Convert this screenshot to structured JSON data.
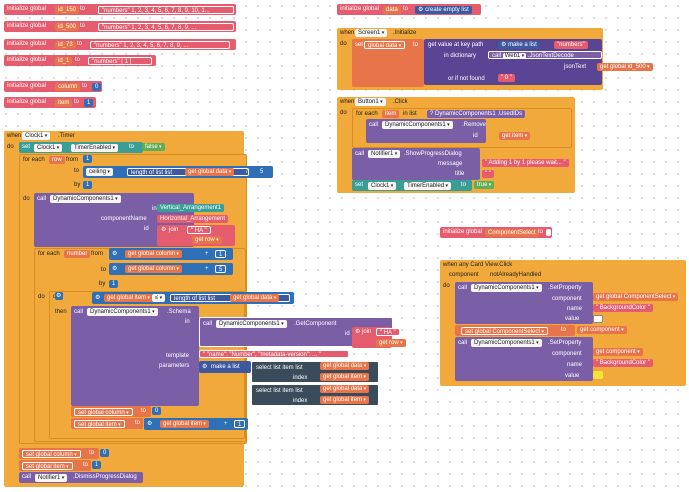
{
  "globals": [
    {
      "prefix": "initialize global",
      "name": "id_150",
      "to": "to",
      "list_label": "\"numbers\"",
      "value": "1, 2, 3, 4, 5, 6, 7, 8, 9, 10, 1..."
    },
    {
      "prefix": "initialize global",
      "name": "id_500",
      "to": "to",
      "list_label": "\"numbers\"",
      "value": "1, 2, 3, 4, 5, 6, 7, 8, 9, ..."
    },
    {
      "prefix": "initialize global",
      "name": "id_73",
      "to": "to",
      "list_label": "\"numbers\"",
      "value": "1, 2, 3, 4, 5, 6, 7, 8, 9, ..."
    },
    {
      "prefix": "initialize global",
      "name": "id_1",
      "to": "to",
      "list_label": "\"numbers\"",
      "value": "[ 1 ]"
    },
    {
      "prefix": "initialize global",
      "name": "column",
      "to": "to",
      "value": "0"
    },
    {
      "prefix": "initialize global",
      "name": "item",
      "to": "to",
      "value": "1"
    }
  ],
  "data_global": {
    "prefix": "initialize global",
    "name": "data",
    "to": "to",
    "value": "create empty list"
  },
  "component_select": {
    "prefix": "initialize global",
    "name": "ComponentSelect",
    "to": "to"
  },
  "screen_init": {
    "when": "when",
    "component": "Screen1",
    "event": ".Initialize",
    "do": "do",
    "set": "set",
    "var": "global data",
    "to": "to",
    "get_value": "get value at key path",
    "make_list": "make a list",
    "key": "\"numbers\"",
    "in_dictionary": "in dictionary",
    "call": "call",
    "web": "Web1",
    "decode": ".JsonTextDecode",
    "json_text": "jsonText",
    "get_id": "get global id_500",
    "if_not_found": "or if not found",
    "not_found_val": "\" 0 \""
  },
  "button_click": {
    "when": "when",
    "component": "Button1",
    "event": ".Click",
    "do": "do",
    "for_each": "for each",
    "item_var": "item",
    "in_list": "in list",
    "dyn_uids": "DynamicComponents1",
    "uids": ".UsedIDs",
    "dyn_remove": "DynamicComponents1",
    "remove": ".Remove",
    "id_label": "id",
    "get_item": "get item",
    "notifier": "Notifier1",
    "show_progress": ".ShowProgressDialog",
    "message_label": "message",
    "message_val": "\" Adding 1 by 1 please wait... \"",
    "title_label": "title",
    "title_val": "\" \"",
    "set": "set",
    "clock": "Clock1",
    "timer_enabled": "TimerEnabled",
    "to": "to",
    "true_val": "true"
  },
  "clock_timer": {
    "when": "when",
    "component": "Clock1",
    "event": ".Timer",
    "do": "do",
    "set_clock": "Clock1",
    "timer_enabled": "TimerEnabled",
    "false_val": "false",
    "for_each_row": "for each",
    "row_var": "row",
    "from": "from",
    "to": "to",
    "by": "by",
    "from_val": "1",
    "ceiling": "ceiling",
    "length_of_list": "length of list  list",
    "get_data": "get global data",
    "divide": "/",
    "divisor": "5",
    "by_val": "1",
    "create_call": "DynamicComponents1",
    ".create": ".Create",
    "in_label": "in",
    "in_val": "Vertical_Arrangement1",
    "component_name_label": "componentName",
    "component_name_val": "Horizontal_Arrangement",
    "id_label": "id",
    "join": "join",
    "ha_val": "\" HA \"",
    "get_row": "get row",
    "for_each_number": "for each",
    "number_var": "number",
    "get_column": "get global column",
    "plus": "+",
    "plus_val": "1",
    "plus_5": "5",
    "if_get_item": "get global item",
    "le": "≤",
    "length_get_data": "get global data",
    "then": "then",
    "schema_call": "DynamicComponents1",
    "schema": ".Schema",
    "in_call": "DynamicComponents1",
    "get_component": ".GetComponent",
    "template_label": "template",
    "template_val": "\" \"name\": \"Number\", \"metadata-version\": ... \"",
    "parameters_label": "parameters",
    "make_list": "make a list",
    "select_list_item": "select list item  list",
    "index_label": "index",
    "sel_get_data": "get global data",
    "sel_get_item": "get global item",
    "set_column": "set global column",
    "zero": "0",
    "set_item": "set global item",
    "get_item2": "get global item",
    "set_column2": "set global column",
    "set_item2": "set global item",
    "one": "1",
    "call_notifier": "Notifier1",
    "dismiss": ".DismissProgressDialog"
  },
  "any_card": {
    "when": "when any Card View.Click",
    "component_label": "component",
    "not_handled": "notAlreadyHandled",
    "do": "do",
    "call": "DynamicComponents1",
    "set_property": ".SetProperty",
    "component_arg": "component",
    "get_cs": "get global ComponentSelect",
    "name_arg": "name",
    "bg": "\" BackgroundColor \"",
    "value_arg": "value",
    "set_cs": "set global ComponentSelect",
    "to": "to",
    "get_component": "get component",
    "get_component2": "get component"
  },
  "colors": {
    "initialize": "#e55c6e",
    "variable": "#e8744a",
    "procedure": "#7b5fa6",
    "event": "#f2a93b",
    "control": "#f2a93b",
    "list": "#4f8fd0",
    "text": "#b14c4c",
    "math": "#2e6fb6",
    "logic": "#5fae56"
  }
}
